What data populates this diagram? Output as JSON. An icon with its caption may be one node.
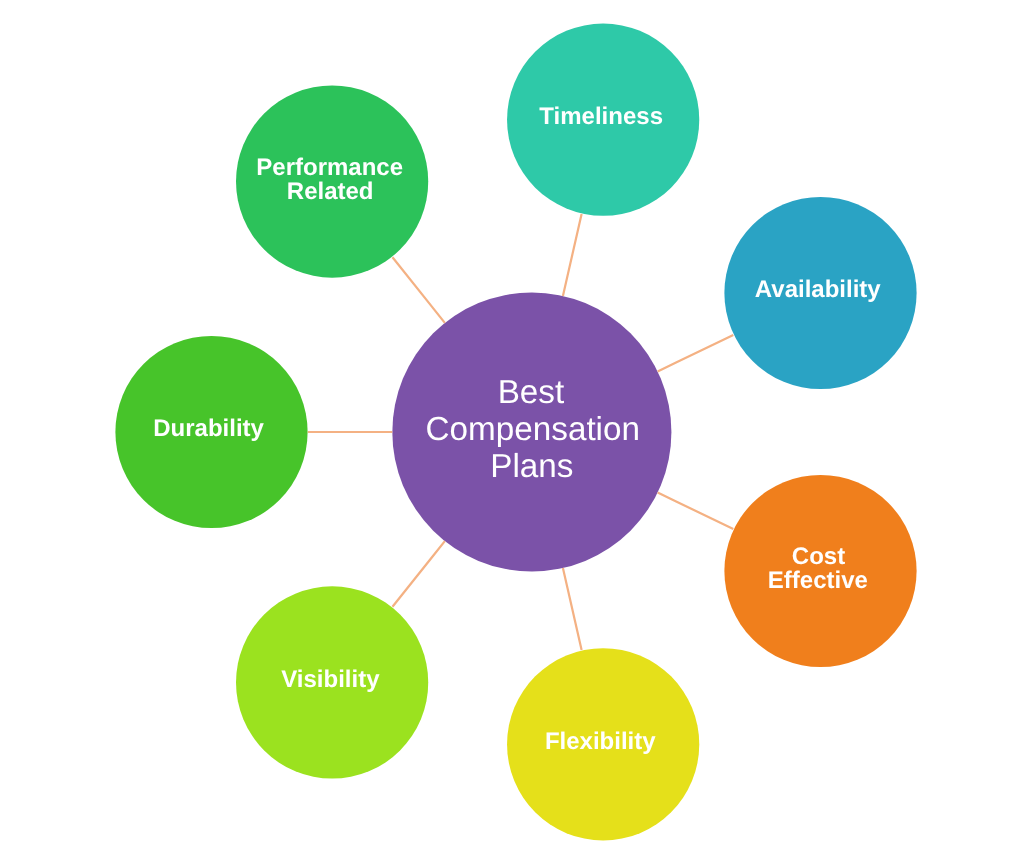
{
  "diagram": {
    "nodes": [
      {
        "text": [
          "Best Compensation Plans"
        ]
      },
      {
        "text": [
          "Availability"
        ]
      },
      {
        "text": [
          "Timeliness"
        ]
      },
      {
        "text": [
          "Performance Related"
        ]
      },
      {
        "text": [
          "Durability"
        ]
      },
      {
        "text": [
          "Visibility"
        ]
      },
      {
        "text": [
          "Flexibility"
        ]
      },
      {
        "text": [
          "Cost Effective"
        ]
      }
    ],
    "edges": [
      {
        "from": 0,
        "to": 1,
        "arrow": "none"
      },
      {
        "from": 0,
        "to": 2,
        "arrow": "none"
      },
      {
        "from": 0,
        "to": 3,
        "arrow": "none"
      },
      {
        "from": 0,
        "to": 4,
        "arrow": "none"
      },
      {
        "from": 0,
        "to": 5,
        "arrow": "none"
      },
      {
        "from": 0,
        "to": 6,
        "arrow": "none"
      },
      {
        "from": 0,
        "to": 7,
        "arrow": "none"
      }
    ]
  }
}
